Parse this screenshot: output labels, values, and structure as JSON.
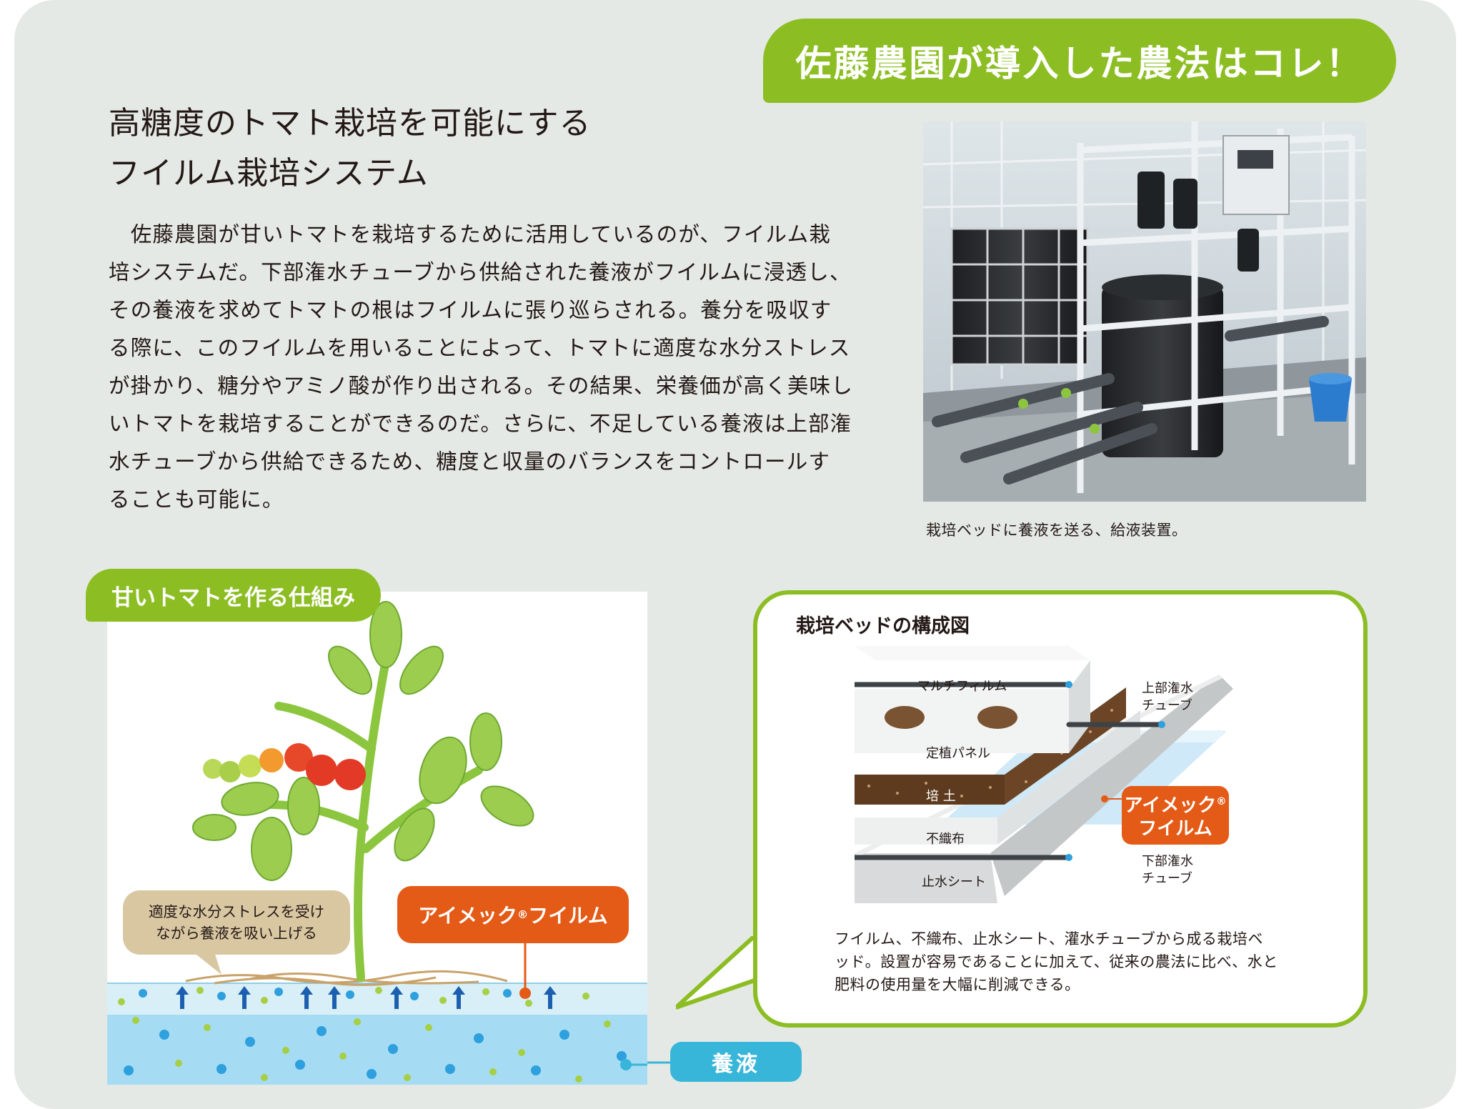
{
  "banner": {
    "text": "佐藤農園が導入した農法はコレ！"
  },
  "article": {
    "heading_lines": [
      "高糖度のトマト栽培を可能にする",
      "フイルム栽培システム"
    ],
    "body_lines": [
      "　佐藤農園が甘いトマトを栽培するために活用しているのが、フイルム栽",
      "培システムだ。下部潅水チューブから供給された養液がフイルムに浸透し、",
      "その養液を求めてトマトの根はフイルムに張り巡らされる。養分を吸収す",
      "る際に、このフイルムを用いることによって、トマトに適度な水分ストレス",
      "が掛かり、糖分やアミノ酸が作り出される。その結果、栄養価が高く美味し",
      "いトマトを栽培することができるのだ。さらに、不足している養液は上部潅",
      "水チューブから供給できるため、糖度と収量のバランスをコントロールす",
      "ることも可能に。"
    ]
  },
  "photo": {
    "caption": "栽培ベッドに養液を送る、給液装置。"
  },
  "mechanism": {
    "label": "甘いトマトを作る仕組み",
    "stress_bubble_lines": [
      "適度な水分ストレスを受け",
      "ながら養液を吸い上げる"
    ],
    "film_label": "アイメック",
    "film_label_suffix": "フイルム",
    "registered_mark": "®",
    "nutrient_label": "養液"
  },
  "bed_diagram": {
    "title": "栽培ベッドの構成図",
    "layers": {
      "mulch_film": "マルチフィルム",
      "planting_panel": "定植パネル",
      "soil": "培 土",
      "nonwoven": "不織布",
      "waterproof_sheet": "止水シート"
    },
    "upper_tube_lines": [
      "上部潅水",
      "チューブ"
    ],
    "lower_tube_lines": [
      "下部潅水",
      "チューブ"
    ],
    "film_tag_lines": [
      "アイメック",
      "フイルム"
    ],
    "registered_mark": "®",
    "description_lines": [
      "フイルム、不織布、止水シート、灌水チューブから成る栽培ベ",
      "ッド。設置が容易であることに加えて、従来の農法に比べ、水と",
      "肥料の使用量を大幅に削減できる。"
    ]
  },
  "colors": {
    "accent_green": "#8cbe24",
    "orange": "#e45a17",
    "water_blue": "#38b6d9",
    "panel_bg": "#e5e9e5"
  }
}
